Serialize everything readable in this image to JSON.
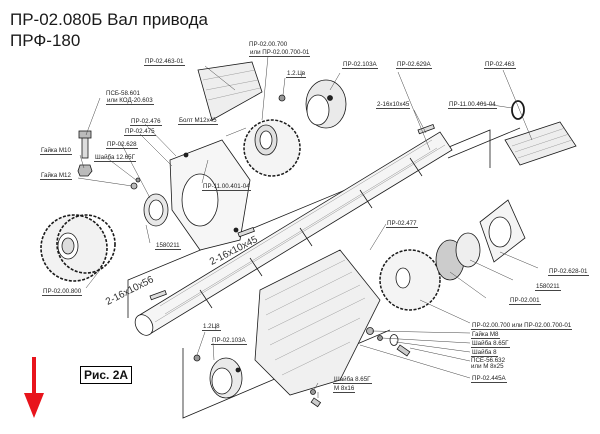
{
  "header": {
    "title_line1": "ПР-02.080Б Вал привода",
    "title_line2": "ПРФ-180"
  },
  "figure_label": "Рис. 2А",
  "colors": {
    "arrow": "#e8141c",
    "line": "#1a1a1a"
  },
  "callouts": {
    "sprocket_top_a": "ПР-02.00.700",
    "sprocket_top_b": "или ПР-02.00.700-01",
    "pr_02_463_01": "ПР-02.463-01",
    "chain_1_2_c8_top": "1.2.Цв",
    "pr_02_103a_top": "ПР-02.103А",
    "pr_02_629a": "ПР-02.629А",
    "pr_02_463": "ПР-02.463",
    "key_2_16x10x45_label": "2-16х10х45",
    "pr_11_00_401_04_right": "ПР-11.00.401-04",
    "pse_bolt_a": "ПСБ-58.601",
    "pse_bolt_b": "или КОД-20.603",
    "bolt_m12x45": "Болт М12х45",
    "pr_02_476": "ПР-02.476",
    "pr_02_475": "ПР-02.475",
    "pr_02_628": "ПР-02.628",
    "nut_m10": "Гайка М10",
    "washer_12_65g": "Шайба 12.65Г",
    "nut_m12": "Гайка М12",
    "pr_11_00_401_04_left": "ПР-11.00.401-04",
    "bearing_1580211_left": "1580211",
    "key_2_16x10x45_shaft": "2-16х10х45",
    "key_2_16x10x56_shaft": "2-16х10х56",
    "pr_02_00_800": "ПР-02.00.800",
    "pr_02_477": "ПР-02.477",
    "pr_02_628_01": "ПР-02.628-01",
    "bearing_1580211_right": "1580211",
    "pr_02_001": "ПР-02.001",
    "sprocket_bottom": "ПР-02.00.700 или ПР-02.00.700-01",
    "nut_m8": "Гайка М8",
    "washer_8_65g_right": "Шайба 8.65Г",
    "washer_8": "Шайба 8",
    "pse_bolt2_a": "ПСЕ-56.632",
    "pse_bolt2_b": "или М 8х25",
    "pr_02_445a": "ПР-02.445А",
    "chain_1_2_c8_bottom": "1.2Ц8",
    "pr_02_103a_bottom": "ПР-02.103А",
    "washer_8_65g_bottom": "Шайба 8.65Г",
    "bolt_m8x16": "М 8х16"
  }
}
